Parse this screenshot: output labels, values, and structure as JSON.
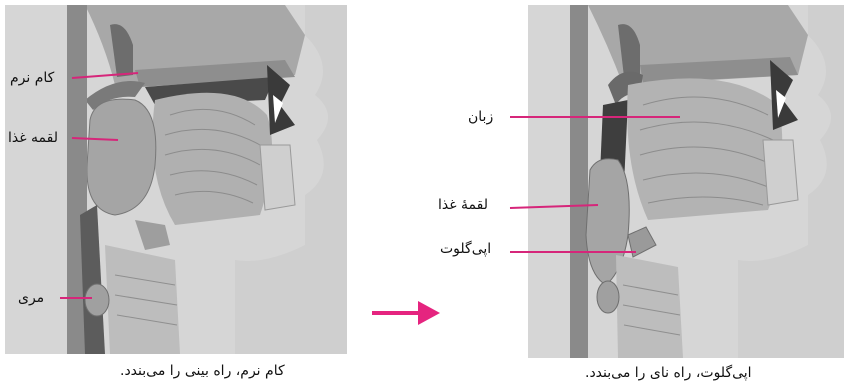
{
  "left_figure": {
    "labels": {
      "soft_palate": "کام نرم",
      "food_bolus": "لقمه غذا",
      "esophagus": "مری"
    },
    "caption": "کام نرم، راه بینی را می‌بندد."
  },
  "right_figure": {
    "labels": {
      "tongue": "زبان",
      "food_bolus": "لقمهٔ غذا",
      "epiglottis": "اپی‌گلوت"
    },
    "caption": "اپی‌گلوت، راه نای را می‌بندد."
  },
  "colors": {
    "pointer": "#d6267a",
    "arrow": "#e5247f",
    "tissue": "#b9b9b9",
    "background": "#d6d6d6"
  }
}
